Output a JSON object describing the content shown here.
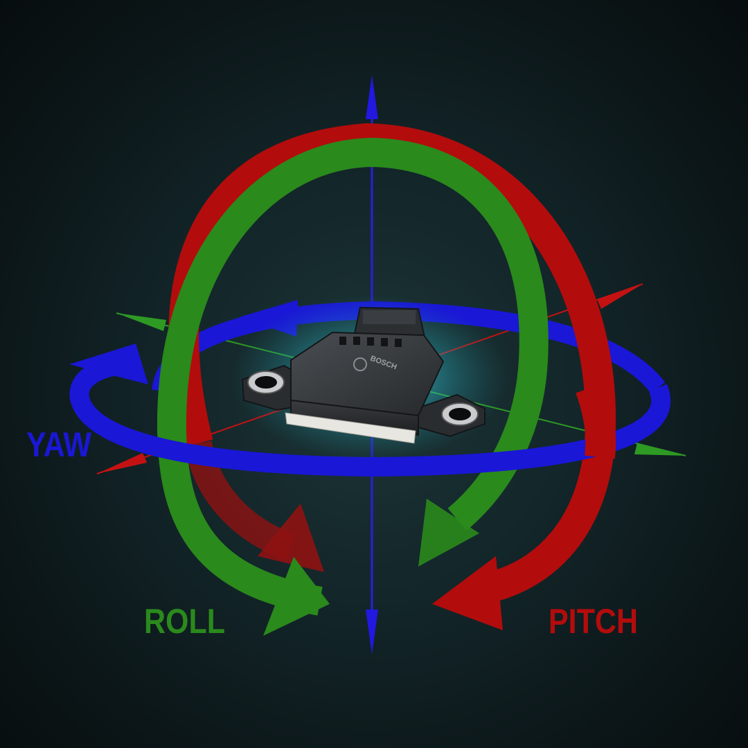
{
  "labels": {
    "yaw": "YAW",
    "roll": "ROLL",
    "pitch": "PITCH"
  },
  "sensor": {
    "brand": "BOSCH",
    "icon": "yaw-rate-sensor-icon"
  },
  "colors": {
    "yaw": "#1a17d6",
    "roll": "#2a8a1c",
    "pitch": "#b30c0c",
    "background": "#0f1f21",
    "glow": "#3fd2e6"
  }
}
